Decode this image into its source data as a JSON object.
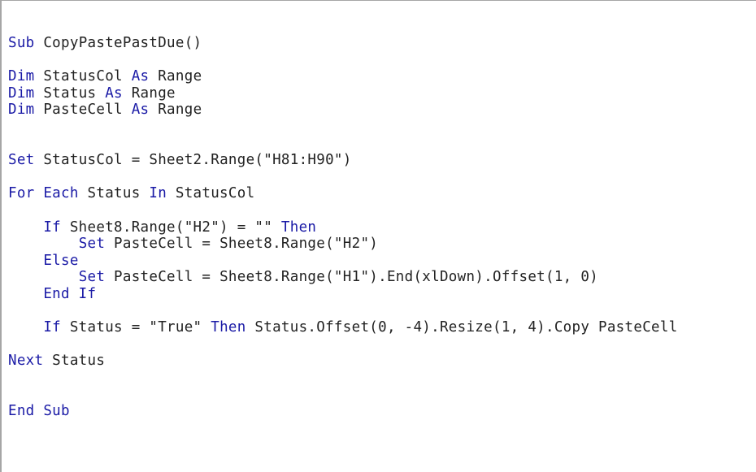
{
  "editor": {
    "language": "VBA",
    "colors": {
      "keyword": "#1a1aa6",
      "text": "#222222",
      "background": "#ffffff",
      "border": "#a6a6a6"
    },
    "lines": [
      [
        {
          "t": "kw",
          "v": "Sub"
        },
        {
          "t": "tx",
          "v": " CopyPastePastDue()"
        }
      ],
      [],
      [
        {
          "t": "kw",
          "v": "Dim"
        },
        {
          "t": "tx",
          "v": " StatusCol "
        },
        {
          "t": "kw",
          "v": "As"
        },
        {
          "t": "tx",
          "v": " Range"
        }
      ],
      [
        {
          "t": "kw",
          "v": "Dim"
        },
        {
          "t": "tx",
          "v": " Status "
        },
        {
          "t": "kw",
          "v": "As"
        },
        {
          "t": "tx",
          "v": " Range"
        }
      ],
      [
        {
          "t": "kw",
          "v": "Dim"
        },
        {
          "t": "tx",
          "v": " PasteCell "
        },
        {
          "t": "kw",
          "v": "As"
        },
        {
          "t": "tx",
          "v": " Range"
        }
      ],
      [],
      [],
      [
        {
          "t": "kw",
          "v": "Set"
        },
        {
          "t": "tx",
          "v": " StatusCol = Sheet2.Range(\"H81:H90\")"
        }
      ],
      [],
      [
        {
          "t": "kw",
          "v": "For Each"
        },
        {
          "t": "tx",
          "v": " Status "
        },
        {
          "t": "kw",
          "v": "In"
        },
        {
          "t": "tx",
          "v": " StatusCol"
        }
      ],
      [],
      [
        {
          "t": "tx",
          "v": "    "
        },
        {
          "t": "kw",
          "v": "If"
        },
        {
          "t": "tx",
          "v": " Sheet8.Range(\"H2\") = \"\" "
        },
        {
          "t": "kw",
          "v": "Then"
        }
      ],
      [
        {
          "t": "tx",
          "v": "        "
        },
        {
          "t": "kw",
          "v": "Set"
        },
        {
          "t": "tx",
          "v": " PasteCell = Sheet8.Range(\"H2\")"
        }
      ],
      [
        {
          "t": "tx",
          "v": "    "
        },
        {
          "t": "kw",
          "v": "Else"
        }
      ],
      [
        {
          "t": "tx",
          "v": "        "
        },
        {
          "t": "kw",
          "v": "Set"
        },
        {
          "t": "tx",
          "v": " PasteCell = Sheet8.Range(\"H1\").End(xlDown).Offset(1, 0)"
        }
      ],
      [
        {
          "t": "tx",
          "v": "    "
        },
        {
          "t": "kw",
          "v": "End If"
        }
      ],
      [],
      [
        {
          "t": "tx",
          "v": "    "
        },
        {
          "t": "kw",
          "v": "If"
        },
        {
          "t": "tx",
          "v": " Status = \"True\" "
        },
        {
          "t": "kw",
          "v": "Then"
        },
        {
          "t": "tx",
          "v": " Status.Offset(0, -4).Resize(1, 4).Copy PasteCell"
        }
      ],
      [],
      [
        {
          "t": "kw",
          "v": "Next"
        },
        {
          "t": "tx",
          "v": " Status"
        }
      ],
      [],
      [],
      [
        {
          "t": "kw",
          "v": "End Sub"
        }
      ]
    ]
  }
}
